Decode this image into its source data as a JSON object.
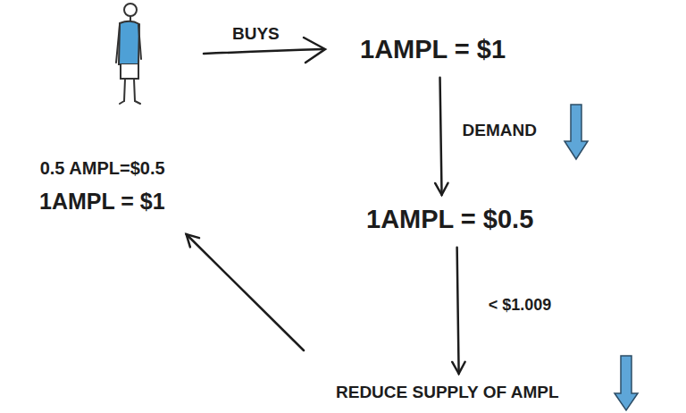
{
  "diagram": {
    "nodes": [
      {
        "text": [
          "1AMPL = $1"
        ]
      },
      {
        "text": [
          "1AMPL = $0.5"
        ]
      },
      {
        "text": [
          "REDUCE SUPPLY OF AMPL"
        ]
      },
      {
        "text": [
          "0.5 AMPL=$0.5",
          "1AMPL = $1"
        ]
      }
    ],
    "edges": [
      {
        "from": 0,
        "to": 1,
        "label": "DEMAND",
        "arrow": "to"
      },
      {
        "from": 1,
        "to": 2,
        "label": "< $1.009",
        "arrow": "to"
      },
      {
        "from": 2,
        "to": 3,
        "arrow": "to"
      }
    ],
    "labels": [
      "BUYS"
    ]
  }
}
